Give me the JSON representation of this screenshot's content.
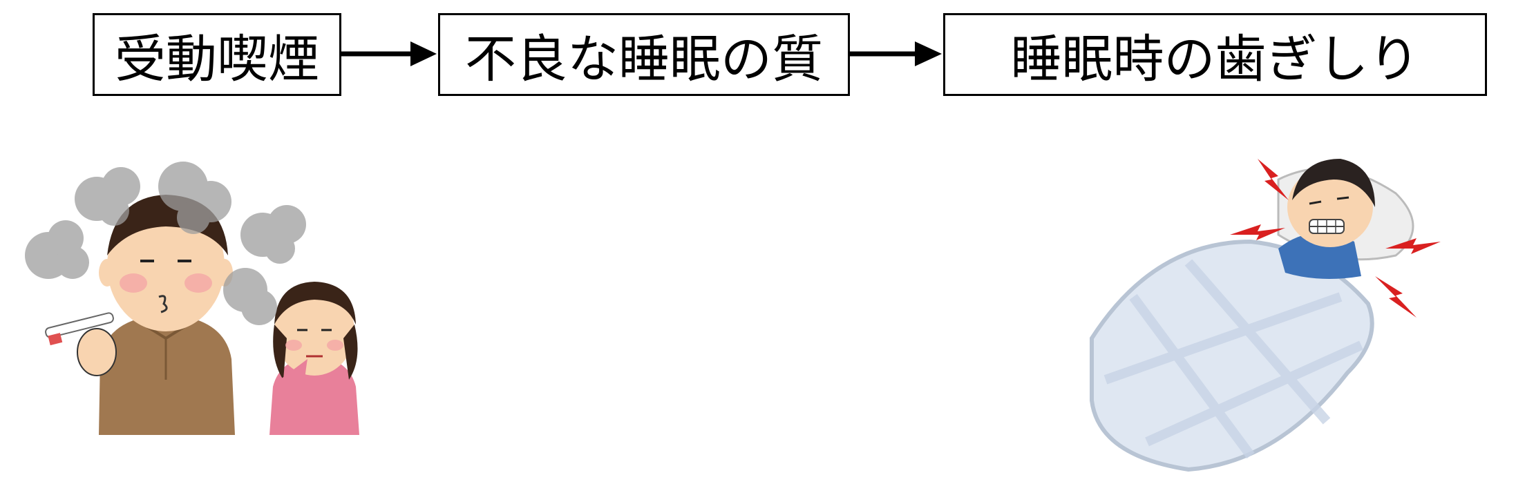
{
  "flow": {
    "nodes": [
      {
        "label": "受動喫煙"
      },
      {
        "label": "不良な睡眠の質"
      },
      {
        "label": "睡眠時の歯ぎしり"
      }
    ]
  },
  "illustrations": {
    "left": {
      "icon": "passive-smoking-illustration"
    },
    "right": {
      "icon": "sleep-bruxism-illustration"
    }
  },
  "colors": {
    "border": "#000000",
    "arrow": "#000000",
    "smoke": "#9e9e9e",
    "man_shirt": "#a07850",
    "woman_shirt": "#e8809a",
    "skin": "#f8d4b0",
    "hair": "#3a2418",
    "futon": "#dfe7f2",
    "pajama": "#3d72b8",
    "shock": "#d92020"
  }
}
